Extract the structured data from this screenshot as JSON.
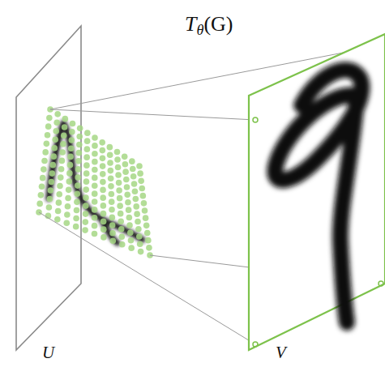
{
  "diagram": {
    "labels": [
      "Tθ(G)",
      "U",
      "V"
    ]
  }
}
